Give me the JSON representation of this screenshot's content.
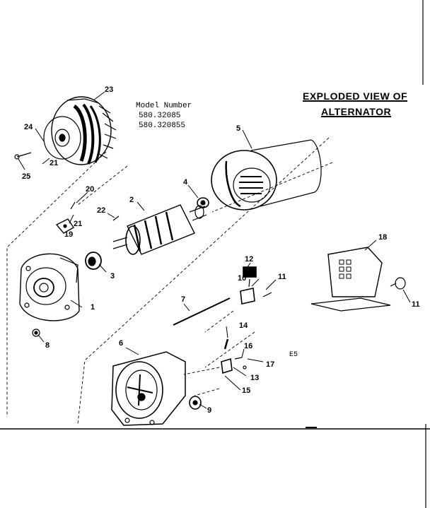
{
  "title": {
    "line1": "EXPLODED VIEW OF",
    "line2": "ALTERNATOR"
  },
  "model": {
    "heading": "Model Number",
    "numbers": [
      "580.32085",
      "580.320855"
    ]
  },
  "diagram_code": "E5",
  "parts": {
    "p1": "1",
    "p2": "2",
    "p3": "3",
    "p4": "4",
    "p5": "5",
    "p6": "6",
    "p7": "7",
    "p8": "8",
    "p9": "9",
    "p10": "10",
    "p11a": "11",
    "p11b": "11",
    "p12": "12",
    "p13": "13",
    "p14": "14",
    "p15": "15",
    "p16": "16",
    "p17": "17",
    "p18": "18",
    "p19": "19",
    "p20": "20",
    "p21a": "21",
    "p21b": "21",
    "p22": "22",
    "p23": "23",
    "p24": "24",
    "p25": "25"
  }
}
